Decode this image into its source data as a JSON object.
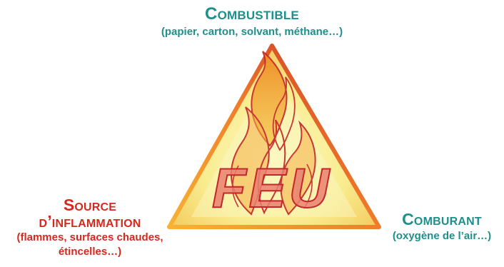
{
  "diagram": {
    "center_word": "FEU",
    "top": {
      "title": "Combustible",
      "detail": "(papier, carton, solvant, méthane…)"
    },
    "left": {
      "title_line1": "Source",
      "title_line2": "d’inflammation",
      "detail_line1": "(flammes, surfaces chaudes,",
      "detail_line2": "étincelles…)"
    },
    "right": {
      "title": "Comburant",
      "detail": "(oxygène de l’air…)"
    }
  },
  "colors": {
    "teal_text": "#1e8f8a",
    "red_text": "#d5281f",
    "triangle_edge_dark": "#c62828",
    "triangle_edge_light": "#f5a623",
    "triangle_fill_center": "#fbf7b8",
    "flame_outline": "#c4262b",
    "flame_fill": "#f39a2d",
    "feu_fill": "#e88070"
  }
}
